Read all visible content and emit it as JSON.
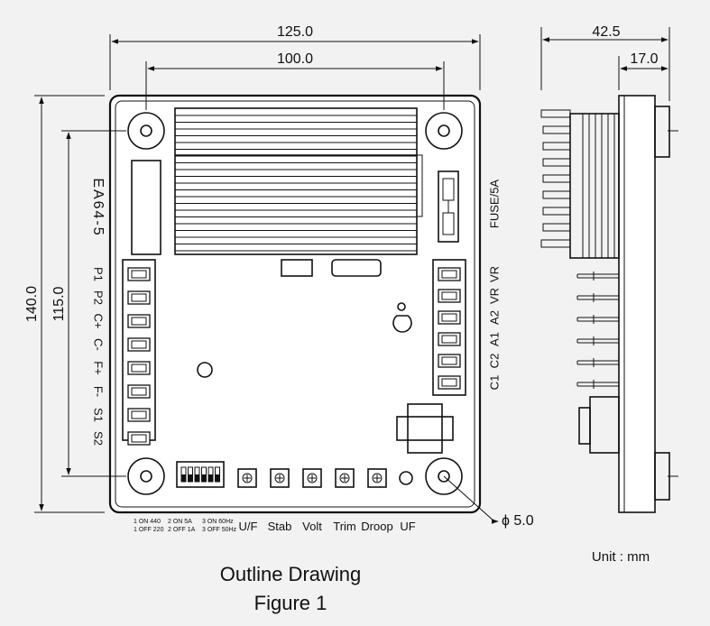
{
  "dimensions": {
    "overall_width": "125.0",
    "mounting_width": "100.0",
    "overall_height": "140.0",
    "mounting_height": "115.0",
    "depth_total": "42.5",
    "depth_body": "17.0",
    "hole_diameter": "ϕ 5.0"
  },
  "labels": {
    "model": "EA64-5",
    "fuse": "FUSE/5A",
    "unit": "Unit : mm"
  },
  "left_terminals": [
    "P1",
    "P2",
    "C+",
    "C-",
    "F+",
    "F-",
    "S1",
    "S2"
  ],
  "right_terminals": [
    "C1",
    "C2",
    "A1",
    "A2",
    "VR",
    "VR"
  ],
  "dip_switch_legend": [
    {
      "line1": "1 ON 440",
      "line2": "1 OFF 220"
    },
    {
      "line1": "2 ON 5A",
      "line2": "2 OFF 1A"
    },
    {
      "line1": "3 ON 60Hz",
      "line2": "3 OFF 50Hz"
    }
  ],
  "adjusters": [
    "U/F",
    "Stab",
    "Volt",
    "Trim",
    "Droop",
    "UF"
  ],
  "caption": {
    "title": "Outline Drawing",
    "subtitle": "Figure 1"
  },
  "colors": {
    "background": "#f2f2f2",
    "line": "#111111"
  }
}
